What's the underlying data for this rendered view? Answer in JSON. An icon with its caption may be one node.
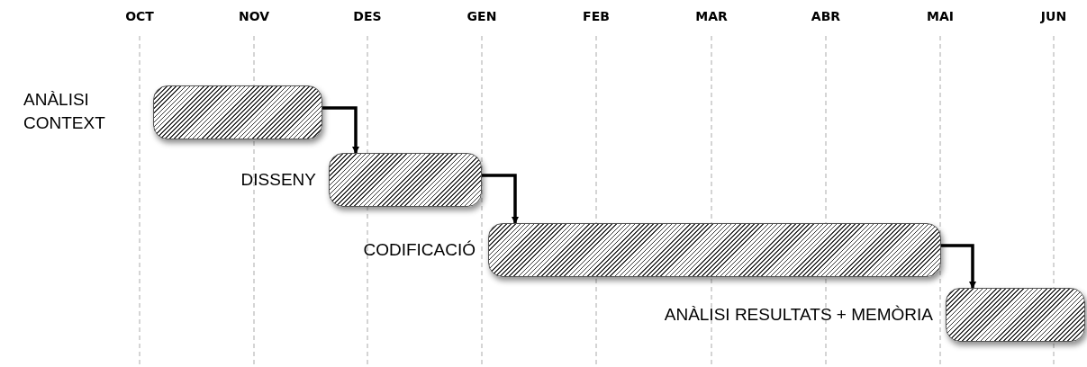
{
  "diagram": {
    "nodes": [
      {
        "text": [],
        "shape": "bar",
        "beside": [
          "ANÀLISI CONTEXT"
        ]
      },
      {
        "text": [],
        "shape": "bar",
        "beside": [
          "DISSENY"
        ]
      },
      {
        "text": [],
        "shape": "bar",
        "beside": [
          "CODIFICACIÓ"
        ]
      },
      {
        "text": [],
        "shape": "bar",
        "beside": [
          "ANÀLISI RESULTATS + MEMÒRIA"
        ]
      }
    ],
    "edges": [
      {
        "from": 0,
        "to": 1,
        "arrow": "to"
      },
      {
        "from": 1,
        "to": 2,
        "arrow": "to"
      },
      {
        "from": 2,
        "to": 3,
        "arrow": "to"
      }
    ],
    "labels": [
      "OCT",
      "NOV",
      "DES",
      "GEN",
      "FEB",
      "MAR",
      "ABR",
      "MAI",
      "JUN"
    ]
  }
}
